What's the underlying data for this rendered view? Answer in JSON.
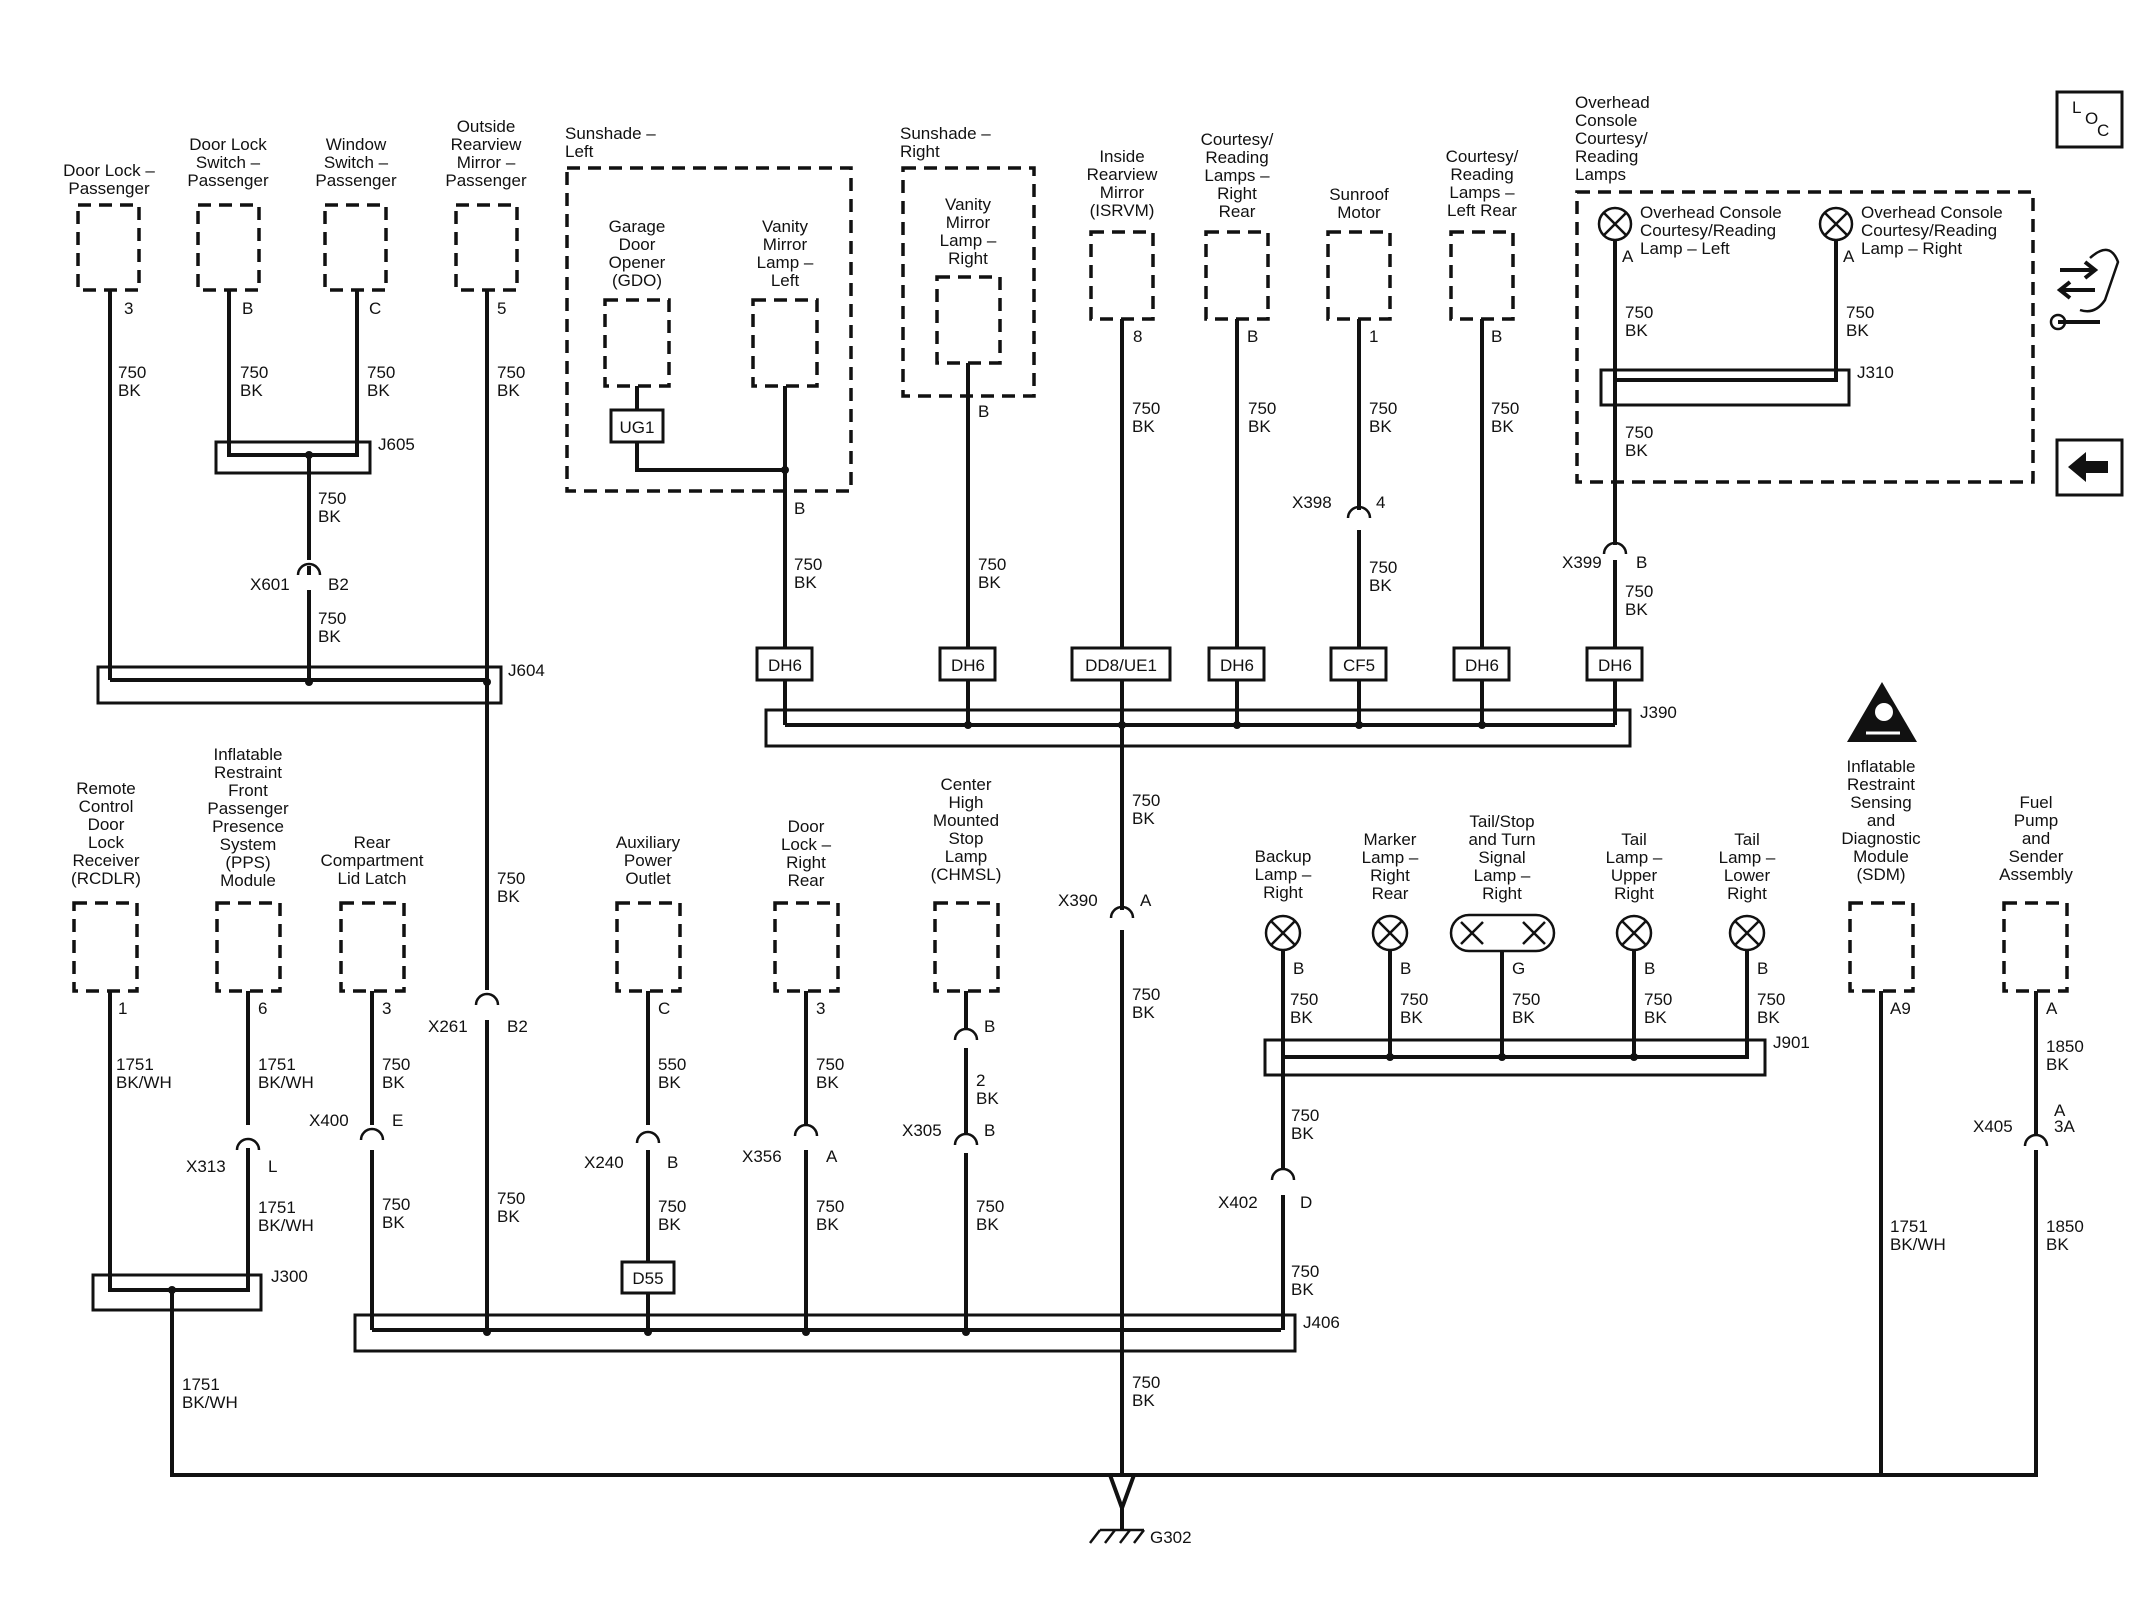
{
  "nav": {
    "loc_top": "L",
    "loc_mid": "O",
    "loc_bot": "C"
  },
  "components": {
    "door_lock_pass": [
      "Door Lock –",
      "Passenger"
    ],
    "door_lock_switch": [
      "Door Lock",
      "Switch –",
      "Passenger"
    ],
    "window_switch": [
      "Window",
      "Switch –",
      "Passenger"
    ],
    "outside_mirror": [
      "Outside",
      "Rearview",
      "Mirror –",
      "Passenger"
    ],
    "sunshade_left": [
      "Sunshade –",
      "Left"
    ],
    "gdo": [
      "Garage",
      "Door",
      "Opener",
      "(GDO)"
    ],
    "vanity_left": [
      "Vanity",
      "Mirror",
      "Lamp –",
      "Left"
    ],
    "sunshade_right": [
      "Sunshade –",
      "Right"
    ],
    "vanity_right": [
      "Vanity",
      "Mirror",
      "Lamp –",
      "Right"
    ],
    "isrvm": [
      "Inside",
      "Rearview",
      "Mirror",
      "(ISRVM)"
    ],
    "courtesy_right_rear": [
      "Courtesy/",
      "Reading",
      "Lamps –",
      "Right",
      "Rear"
    ],
    "sunroof": [
      "Sunroof",
      "Motor"
    ],
    "courtesy_left_rear": [
      "Courtesy/",
      "Reading",
      "Lamps –",
      "Left Rear"
    ],
    "overhead_console": [
      "Overhead",
      "Console",
      "Courtesy/",
      "Reading",
      "Lamps"
    ],
    "oc_lamp_left": [
      "Overhead Console",
      "Courtesy/Reading",
      "Lamp – Left"
    ],
    "oc_lamp_right": [
      "Overhead Console",
      "Courtesy/Reading",
      "Lamp – Right"
    ],
    "rcdlr": [
      "Remote",
      "Control",
      "Door",
      "Lock",
      "Receiver",
      "(RCDLR)"
    ],
    "pps": [
      "Inflatable",
      "Restraint",
      "Front",
      "Passenger",
      "Presence",
      "System",
      "(PPS)",
      "Module"
    ],
    "rear_latch": [
      "Rear",
      "Compartment",
      "Lid Latch"
    ],
    "aux_outlet": [
      "Auxiliary",
      "Power",
      "Outlet"
    ],
    "door_lock_rr": [
      "Door",
      "Lock –",
      "Right",
      "Rear"
    ],
    "chmsl": [
      "Center",
      "High",
      "Mounted",
      "Stop",
      "Lamp",
      "(CHMSL)"
    ],
    "backup_lamp": [
      "Backup",
      "Lamp –",
      "Right"
    ],
    "marker_lamp": [
      "Marker",
      "Lamp –",
      "Right",
      "Rear"
    ],
    "tail_stop": [
      "Tail/Stop",
      "and Turn",
      "Signal",
      "Lamp –",
      "Right"
    ],
    "tail_upper": [
      "Tail",
      "Lamp –",
      "Upper",
      "Right"
    ],
    "tail_lower": [
      "Tail",
      "Lamp –",
      "Lower",
      "Right"
    ],
    "sdm": [
      "Inflatable",
      "Restraint",
      "Sensing",
      "and",
      "Diagnostic",
      "Module",
      "(SDM)"
    ],
    "fuel_pump": [
      "Fuel",
      "Pump",
      "and",
      "Sender",
      "Assembly"
    ]
  },
  "pins": {
    "door_lock_pass": "3",
    "door_lock_switch": "B",
    "window_switch": "C",
    "outside_mirror": "5",
    "vanity_left": "B",
    "vanity_right": "B",
    "isrvm": "8",
    "courtesy_right_rear": "B",
    "sunroof": "1",
    "courtesy_left_rear": "B",
    "oc_left": "A",
    "oc_right": "A",
    "rcdlr": "1",
    "pps": "6",
    "rear_latch": "3",
    "aux_outlet": "C",
    "door_lock_rr": "3",
    "backup": "B",
    "marker": "B",
    "tail_stop": "G",
    "tail_upper": "B",
    "tail_lower": "B",
    "sdm": "A9",
    "fuel_pump": "A"
  },
  "wires": {
    "w_3": [
      "750",
      "BK"
    ],
    "w_b": [
      "750",
      "BK"
    ],
    "w_c": [
      "750",
      "BK"
    ],
    "w_5": [
      "750",
      "BK"
    ],
    "w_j605": [
      "750",
      "BK"
    ],
    "w_x601": [
      "750",
      "BK"
    ],
    "w_vl": [
      "750",
      "BK"
    ],
    "w_vr": [
      "750",
      "BK"
    ],
    "w_isrvm": [
      "750",
      "BK"
    ],
    "w_crr": [
      "750",
      "BK"
    ],
    "w_sun1": [
      "750",
      "BK"
    ],
    "w_sun2": [
      "750",
      "BK"
    ],
    "w_clr": [
      "750",
      "BK"
    ],
    "w_ocl": [
      "750",
      "BK"
    ],
    "w_ocr": [
      "750",
      "BK"
    ],
    "w_j310": [
      "750",
      "BK"
    ],
    "w_x399": [
      "750",
      "BK"
    ],
    "w_x390a": [
      "750",
      "BK"
    ],
    "w_x390b": [
      "750",
      "BK"
    ],
    "w_g302": [
      "750",
      "BK"
    ],
    "w_mirror_long": [
      "750",
      "BK"
    ],
    "w_x261": [
      "750",
      "BK"
    ],
    "w_rcdlr": [
      "1751",
      "BK/WH"
    ],
    "w_pps1": [
      "1751",
      "BK/WH"
    ],
    "w_pps2": [
      "1751",
      "BK/WH"
    ],
    "w_j300": [
      "1751",
      "BK/WH"
    ],
    "w_latch1": [
      "750",
      "BK"
    ],
    "w_latch2": [
      "750",
      "BK"
    ],
    "w_aux1": [
      "550",
      "BK"
    ],
    "w_aux2": [
      "750",
      "BK"
    ],
    "w_dlrr1": [
      "750",
      "BK"
    ],
    "w_dlrr2": [
      "750",
      "BK"
    ],
    "w_chmsl1": [
      "2",
      "BK"
    ],
    "w_chmsl2": [
      "750",
      "BK"
    ],
    "w_backup": [
      "750",
      "BK"
    ],
    "w_marker": [
      "750",
      "BK"
    ],
    "w_tailstop": [
      "750",
      "BK"
    ],
    "w_tailupper": [
      "750",
      "BK"
    ],
    "w_taillower": [
      "750",
      "BK"
    ],
    "w_j901": [
      "750",
      "BK"
    ],
    "w_x402": [
      "750",
      "BK"
    ],
    "w_sdm": [
      "1751",
      "BK/WH"
    ],
    "w_fuel1": [
      "1850",
      "BK"
    ],
    "w_fuel2": [
      "1850",
      "BK"
    ]
  },
  "connectors": {
    "x601": "X601",
    "x601_pin": "B2",
    "x398": "X398",
    "x398_pin": "4",
    "x399": "X399",
    "x399_pin": "B",
    "x390": "X390",
    "x390_pin": "A",
    "x261": "X261",
    "x261_pin": "B2",
    "x313": "X313",
    "x313_pin": "L",
    "x400": "X400",
    "x400_pin": "E",
    "x240": "X240",
    "x240_pin": "B",
    "x356": "X356",
    "x356_pin": "A",
    "x305": "X305",
    "x305_pin_top": "B",
    "x305_pin_bot": "B",
    "x402": "X402",
    "x402_pin": "D",
    "x405": "X405",
    "x405_pin_top": "A",
    "x405_pin_bot": "3A"
  },
  "splices": {
    "j605": "J605",
    "j604": "J604",
    "j390": "J390",
    "j310": "J310",
    "j300": "J300",
    "j406": "J406",
    "j901": "J901"
  },
  "options": {
    "ug1": "UG1",
    "dh6_a": "DH6",
    "dh6_b": "DH6",
    "dd8": "DD8/UE1",
    "dh6_c": "DH6",
    "cf5": "CF5",
    "dh6_d": "DH6",
    "dh6_e": "DH6",
    "d55": "D55"
  },
  "ground": "G302"
}
